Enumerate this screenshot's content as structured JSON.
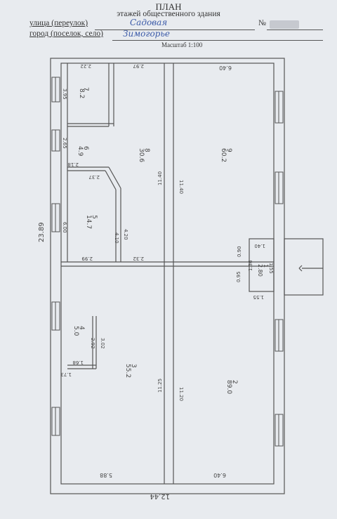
{
  "header": {
    "title": "ПЛАН",
    "subtitle": "этажей общественного здания",
    "street_label": "улица (переулок)",
    "street_value": "Садовая",
    "number_label": "№",
    "city_label": "город (поселок, село)",
    "city_value": "Зимогорье",
    "scale": "Масштаб 1:100"
  },
  "dimensions": {
    "building_width": "12.44",
    "building_length": "23.89",
    "top_left": "2.22",
    "top_mid": "2.97",
    "top_right": "6.40",
    "bottom_left": "5.88",
    "bottom_right": "6.40",
    "left_upper": "3.95",
    "left_mid_a": "2.65",
    "left_mid_b": "6.00",
    "wall_11_40": "11.40",
    "wall_11_40b": "11.40",
    "wall_11_25": "11.25",
    "wall_11_20": "11.20",
    "corridor_2_99": "2.99",
    "corridor_2_32": "2.32",
    "room5_4_20": "4.20",
    "room5_4_10": "4.10",
    "room6_2_18": "2.18",
    "room6_2_37": "2.37",
    "room4_2_92": "2.92",
    "room4_3_02": "3.02",
    "room4_1_68": "1.68",
    "room4_1_73": "1.73",
    "entry_0_95": "0.95",
    "entry_1_40": "1.40",
    "entry_1_36": "1.36",
    "entry_0_90": "0.90",
    "entry_1_55": "1.55",
    "entry_1_55b": "1.55"
  },
  "rooms": [
    {
      "num": "1",
      "area": "2.80"
    },
    {
      "num": "2",
      "area": "89.0"
    },
    {
      "num": "3",
      "area": "55.2"
    },
    {
      "num": "4",
      "area": "5.0"
    },
    {
      "num": "5",
      "area": "14.7"
    },
    {
      "num": "6",
      "area": "4.9"
    },
    {
      "num": "7",
      "area": "8.2"
    },
    {
      "num": "8",
      "area": "30.6"
    },
    {
      "num": "9",
      "area": "60.2"
    }
  ]
}
